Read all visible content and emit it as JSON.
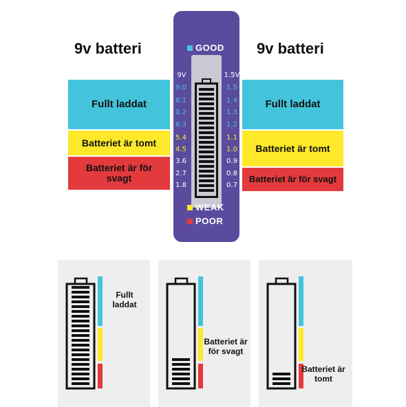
{
  "top": {
    "left_heading": "9v batteri",
    "right_heading": "9v batteri",
    "left_bands": {
      "full": "Fullt laddat",
      "empty": "Batteriet är tomt",
      "weak": "Batteriet är för svagt"
    },
    "right_bands": {
      "full": "Fullt laddat",
      "empty": "Batteriet är tomt",
      "weak": "Batteriet är för svagt"
    }
  },
  "device": {
    "good_label": "GOOD",
    "weak_label": "WEAK",
    "poor_label": "POOR",
    "left_unit": "9V",
    "right_unit": "1.5V",
    "left_scale": [
      "9.0",
      "8.1",
      "0.2",
      "6.3",
      "5.4",
      "4.5",
      "3.6",
      "2.7",
      "1.8"
    ],
    "right_scale": [
      "1.5",
      "1.4",
      "1.3",
      "1.2",
      "1.1",
      "1.0",
      "0.9",
      "0.8",
      "0.7"
    ]
  },
  "panels": [
    {
      "caption": "Fullt laddat",
      "fill_level": 1.0
    },
    {
      "caption": "Batteriet är för svagt",
      "fill_level": 0.27
    },
    {
      "caption": "Batteriet är tomt",
      "fill_level": 0.14
    }
  ],
  "colors": {
    "full": "#44c4dc",
    "empty": "#fde82a",
    "weak": "#e33a3d",
    "device": "#5b4b9e"
  }
}
